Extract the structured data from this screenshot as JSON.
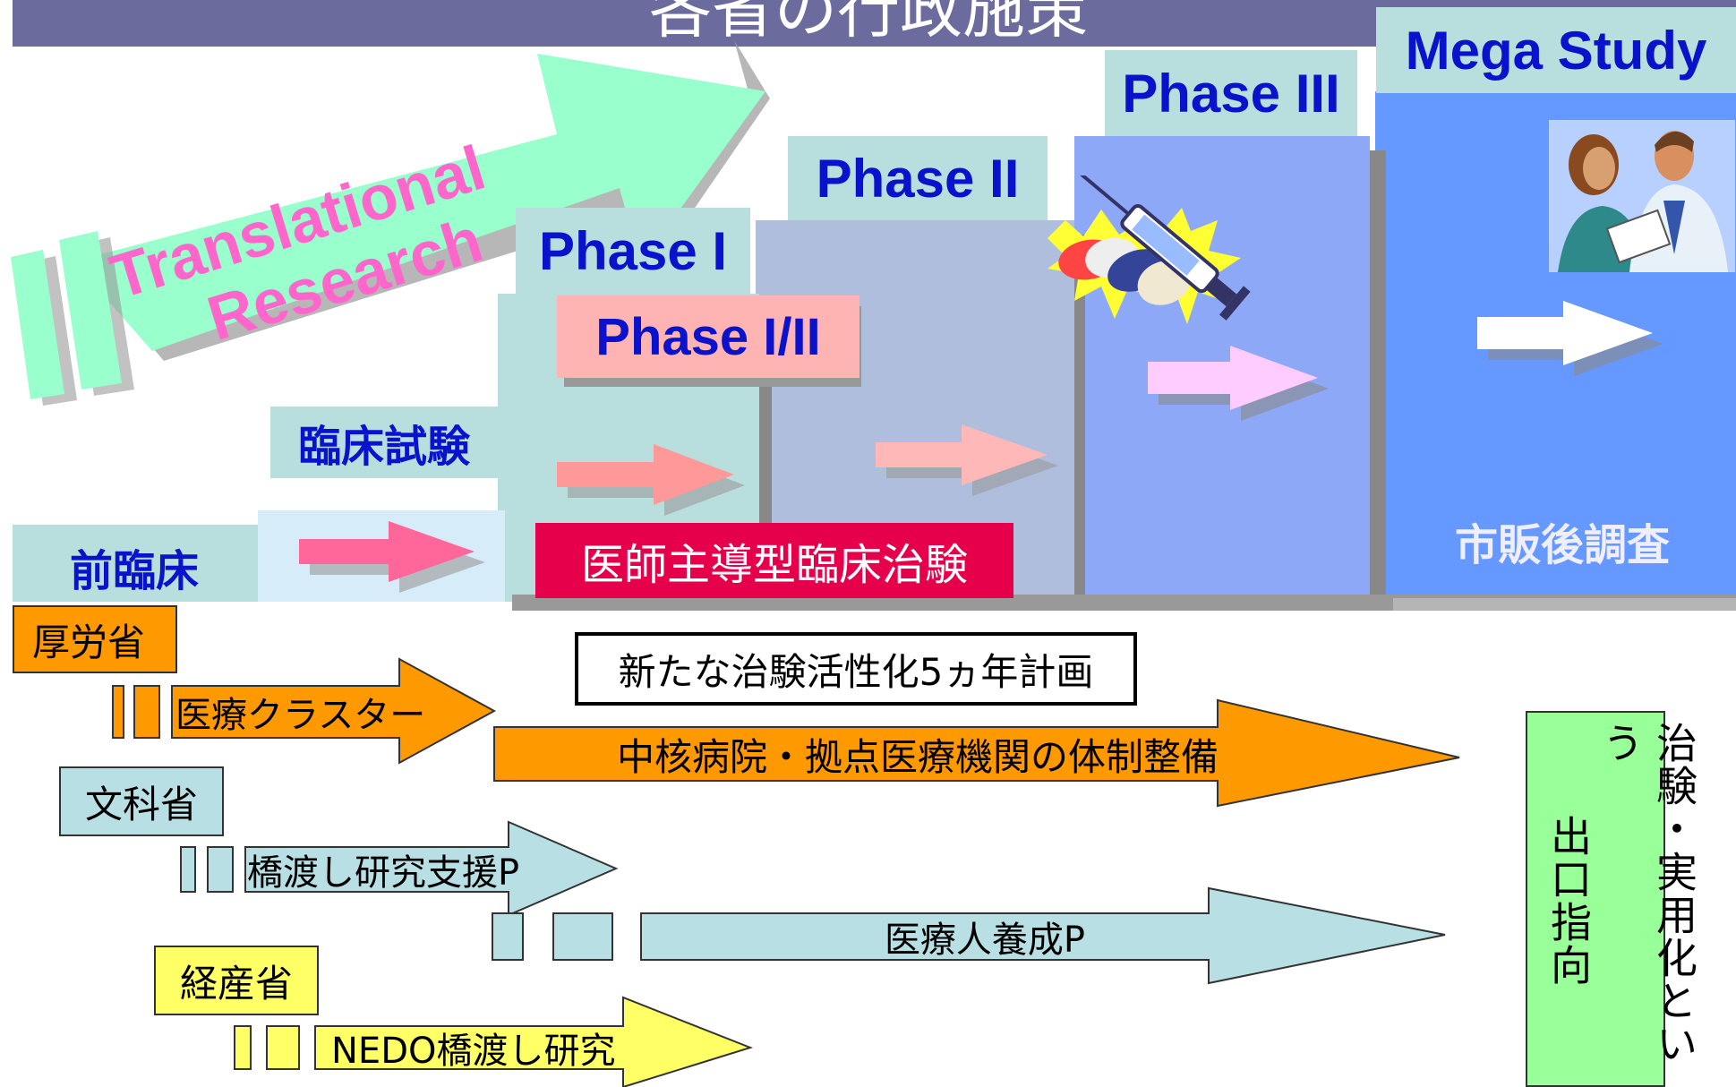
{
  "header": {
    "title": "各省の行政施策"
  },
  "translational": {
    "line1": "Translational",
    "line2": "Research"
  },
  "phases": {
    "phase1": "Phase I",
    "phase12": "Phase I/II",
    "phase2": "Phase II",
    "phase3": "Phase III",
    "mega": "Mega Study"
  },
  "stages": {
    "preclinical": "前臨床",
    "clinical_trial": "臨床試験",
    "investigator_trial": "医師主導型臨床治験",
    "post_marketing": "市販後調査"
  },
  "ministries": {
    "mhlw": "厚労省",
    "mext": "文科省",
    "meti": "経産省"
  },
  "programs": {
    "plan_box": "新たな治験活性化5ヵ年計画",
    "medical_cluster": "医療クラスター",
    "core_hospitals": "中核病院・拠点医療機関の体制整備",
    "bridging_support": "橋渡し研究支援P",
    "medical_personnel": "医療人養成P",
    "nedo_bridging": "NEDO橋渡し研究"
  },
  "side_note": {
    "col1": "治験・実用化という",
    "col2": "出口指向"
  },
  "colors": {
    "header_bg": "#6b6b9e",
    "green_arrow": "#99ffcc",
    "teal_block": "#b9dede",
    "phase2_block": "#b0bede",
    "phase3_block": "#8ea8f8",
    "mega_block": "#6699ff",
    "orange": "#ff9900",
    "yellow": "#ffff66",
    "light_teal": "#b8e0e4",
    "red_bar": "#e6004c",
    "pink_label": "#ffb4b4",
    "side_green": "#99ff99"
  }
}
